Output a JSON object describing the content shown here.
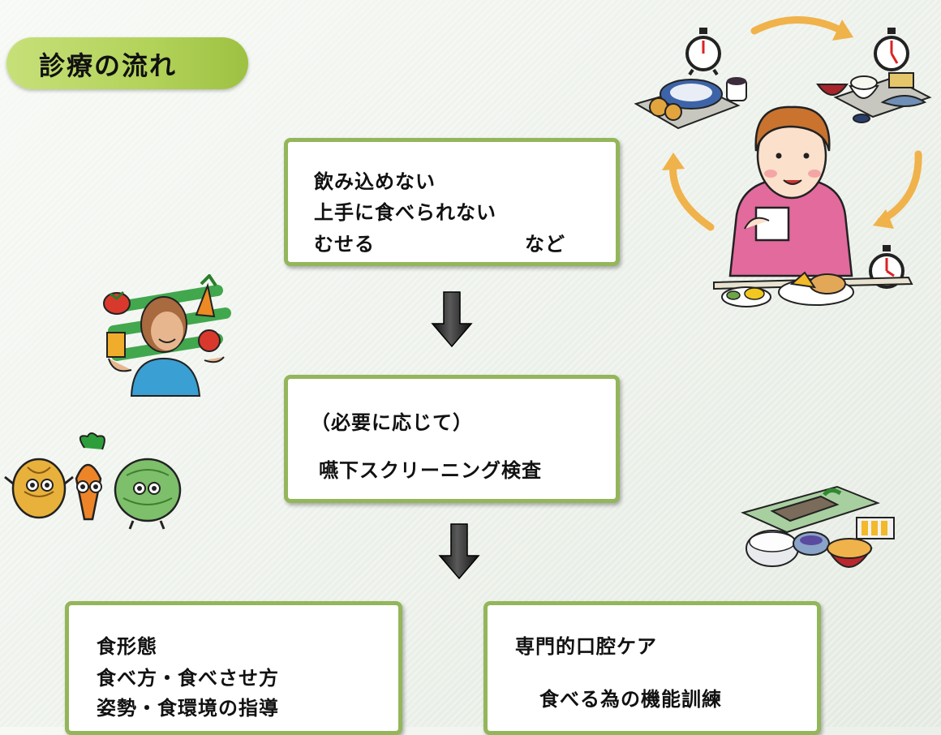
{
  "title": "診療の流れ",
  "box1": {
    "line1": "飲み込めない",
    "line2": "上手に食べられない",
    "line3": "むせる",
    "line3_suffix": "など"
  },
  "box2": {
    "line1": "（必要に応じて）",
    "line2": "嚥下スクリーニング検査"
  },
  "box3": {
    "line1": "食形態",
    "line2": "食べ方・食べさせ方",
    "line3": "姿勢・食環境の指導"
  },
  "box4": {
    "line1": "専門的口腔ケア",
    "line2": "食べる為の機能訓練"
  },
  "colors": {
    "title_pill": "#b2d259",
    "box_border": "#93b65a",
    "cycle_arrow": "#f0b24a"
  }
}
